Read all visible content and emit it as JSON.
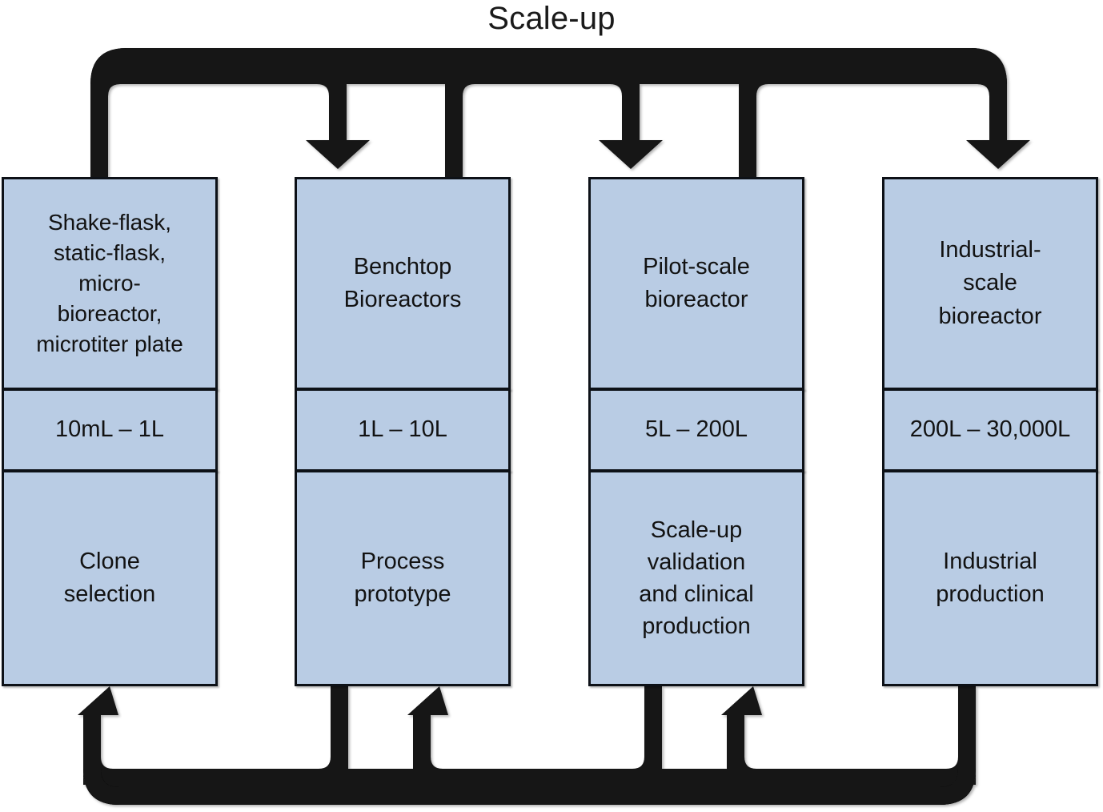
{
  "diagram": {
    "title": "Scale-up",
    "type": "process-flow",
    "box_fill_color": "#b9cce4",
    "box_border_color": "#0d1117",
    "arrow_color": "#121212",
    "background_color": "#ffffff",
    "stages": [
      {
        "id": "stage-1",
        "equipment": "Shake-flask,\nstatic-flask,\nmicro-\nbioreactor,\nmicrotiter plate",
        "volume": "10mL – 1L",
        "purpose": "Clone\nselection"
      },
      {
        "id": "stage-2",
        "equipment": "Benchtop\nBioreactors",
        "volume": "1L – 10L",
        "purpose": "Process\nprototype"
      },
      {
        "id": "stage-3",
        "equipment": "Pilot-scale\nbioreactor",
        "volume": "5L – 200L",
        "purpose": "Scale-up\nvalidation\nand clinical\nproduction"
      },
      {
        "id": "stage-4",
        "equipment": "Industrial-\nscale\nbioreactor",
        "volume": "200L – 30,000L",
        "purpose": "Industrial\nproduction"
      }
    ],
    "forward_arrows": [
      {
        "from": "stage-1",
        "to": "stage-2",
        "direction": "down-into-target",
        "position": "top"
      },
      {
        "from": "stage-2",
        "to": "stage-3",
        "direction": "down-into-target",
        "position": "top"
      },
      {
        "from": "stage-3",
        "to": "stage-4",
        "direction": "down-into-target",
        "position": "top"
      }
    ],
    "feedback_arrows": [
      {
        "from": "stage-2",
        "to": "stage-1",
        "direction": "up-into-target",
        "position": "bottom"
      },
      {
        "from": "stage-3",
        "to": "stage-2",
        "direction": "up-into-target",
        "position": "bottom"
      },
      {
        "from": "stage-4",
        "to": "stage-3",
        "direction": "up-into-target",
        "position": "bottom"
      }
    ]
  }
}
